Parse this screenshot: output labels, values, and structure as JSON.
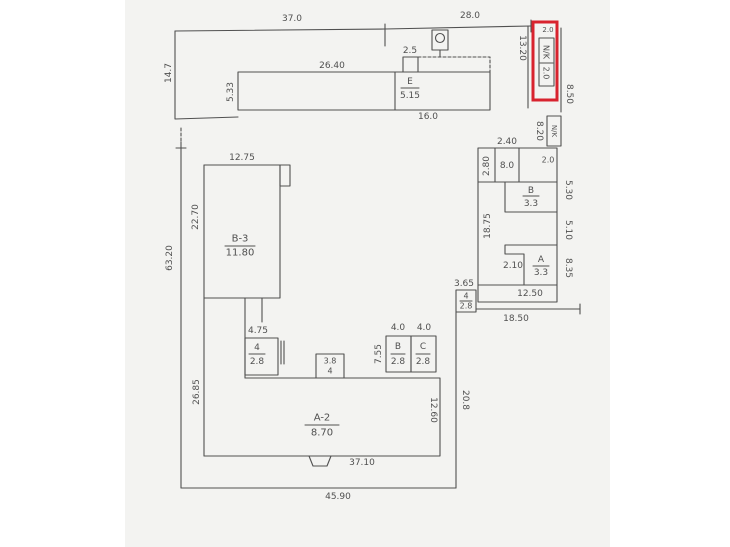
{
  "colors": {
    "ink": "#505050",
    "paper": "#f3f3f1",
    "highlight": "#d8232e"
  },
  "icons": {
    "top_symbol": "circle-icon"
  },
  "top_block": {
    "dim_width_left": "37.0",
    "dim_width_right": "28.0",
    "dim_depth": "14.7",
    "room_length": "26.40",
    "room_depth": "5.33",
    "small_box_dim": "2.5",
    "room_label": "E",
    "room_area": "5.15",
    "room_part_length": "16.0"
  },
  "right_column": {
    "dim_height": "13.20",
    "dim_top": "2.0",
    "highlighted_label": "N/K",
    "highlighted_value": "2.0",
    "dim_side": "8.50",
    "dim_lower": "8.20",
    "small_room_label": "N/K",
    "small_room_dim": "2.0"
  },
  "right_wing": {
    "dim_left_upper": "2.80",
    "small_room_dim": "2.40",
    "small_room_area": "8.0",
    "room_b": {
      "label": "B",
      "area": "3.3"
    },
    "dim_right_upper": "5.30",
    "dim_left_lower": "18.75",
    "dim_right_middle": "5.10",
    "dim_notch": "2.10",
    "room_a": {
      "label": "A",
      "area": "3.3"
    },
    "dim_right_lower": "8.35",
    "dim_bottom_inner": "12.50",
    "dim_bottom_outer": "18.50",
    "link_box": {
      "dim": "3.65",
      "label": "4",
      "area": "2.8"
    }
  },
  "left_block": {
    "room_b3": {
      "dim_top": "12.75",
      "dim_side": "22.70",
      "label": "B-3",
      "area": "11.80"
    },
    "dim_total_height": "63.20",
    "dim_gap": "4.75",
    "room_small_left": {
      "label": "4",
      "area": "2.8"
    },
    "room_small_mid": {
      "label": "3.8",
      "area": "4"
    },
    "dim_rooms_top_left": "4.0",
    "dim_rooms_top_right": "4.0",
    "dim_rooms_depth": "7.55",
    "room_b": {
      "label": "B",
      "area": "2.8"
    },
    "room_c": {
      "label": "C",
      "area": "2.8"
    }
  },
  "bottom_block": {
    "dim_left": "26.85",
    "dim_right_inner": "12.60",
    "dim_right_outer": "20.8",
    "room_a2": {
      "label": "A-2",
      "area": "8.70"
    },
    "dim_bottom_inner": "37.10",
    "dim_bottom_outer": "45.90"
  }
}
